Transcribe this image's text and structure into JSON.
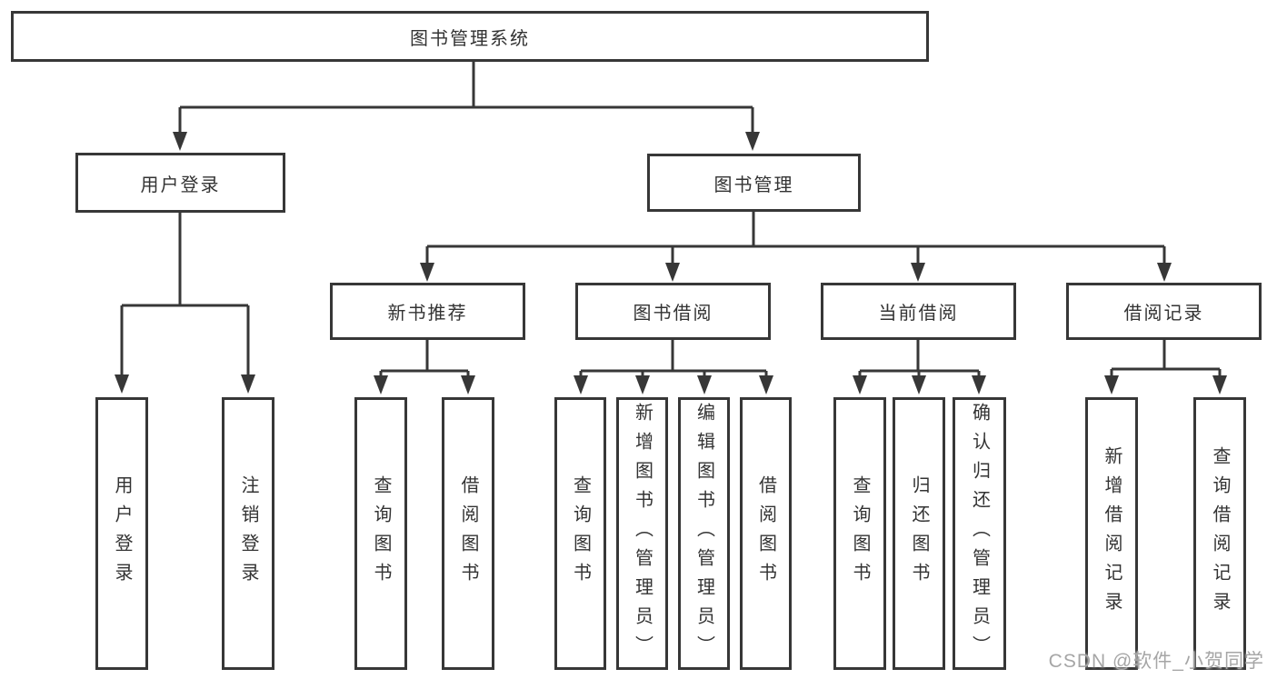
{
  "diagram": {
    "root": "图书管理系统",
    "level2": {
      "user_login": "用户登录",
      "book_management": "图书管理"
    },
    "level3": {
      "new_books": "新书推荐",
      "borrowing": "图书借阅",
      "current": "当前借阅",
      "records": "借阅记录"
    },
    "leaves": {
      "user_login": [
        "用户登录",
        "注销登录"
      ],
      "new_books": [
        "查询图书",
        "借阅图书"
      ],
      "borrowing": [
        "查询图书",
        "新增图书（管理员）",
        "编辑图书（管理员）",
        "借阅图书"
      ],
      "current": [
        "查询图书",
        "归还图书",
        "确认归还（管理员）"
      ],
      "records": [
        "新增借阅记录",
        "查询借阅记录"
      ]
    }
  },
  "watermark": {
    "text": "CSDN @软件_小贺同学",
    "color": "#a6a6a6"
  },
  "colors": {
    "line": "#373737",
    "text": "#333333",
    "background": "#ffffff"
  }
}
